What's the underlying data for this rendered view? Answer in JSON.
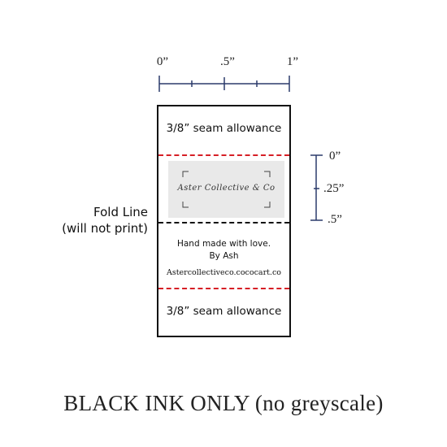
{
  "ruler_top": {
    "labels": [
      "0”",
      ".5”",
      "1”"
    ]
  },
  "label": {
    "seam_top": "3/8” seam allowance",
    "logo_text": "Aster Collective & Co",
    "line1": "Hand made with love.",
    "line2": "By Ash",
    "url": "Astercollectiveco.cococart.co",
    "seam_bottom": "3/8” seam allowance"
  },
  "fold": {
    "line1": "Fold Line",
    "line2": "(will not print)"
  },
  "ruler_side": {
    "labels": [
      "0”",
      ".25”",
      ".5”"
    ]
  },
  "footer": {
    "note": "BLACK INK ONLY (no greyscale)"
  },
  "colors": {
    "seam_line": "#d61f26",
    "ruler": "#2b3a6b",
    "fold_line": "#111111"
  }
}
